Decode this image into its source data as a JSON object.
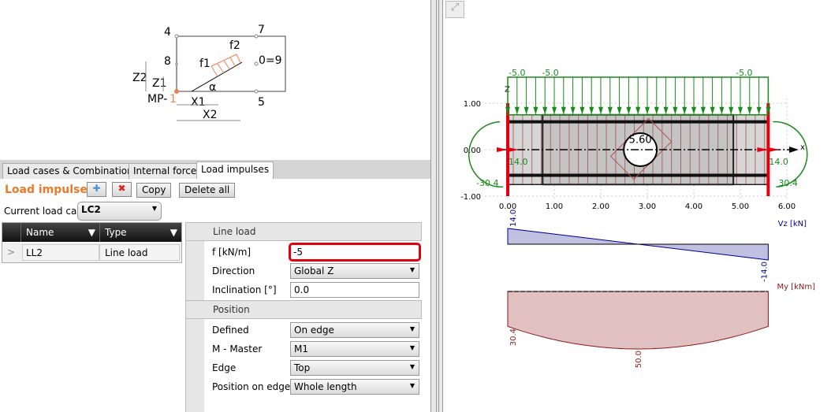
{
  "sketch": {
    "labels": [
      "4",
      "7",
      "8",
      "0=9",
      "5",
      "f1",
      "f2",
      "Z2",
      "Z1",
      "X1",
      "X2",
      "α",
      "MP-",
      "1"
    ]
  },
  "tabs": [
    {
      "label": "Load cases & Combinations"
    },
    {
      "label": "Internal forces"
    },
    {
      "label": "Load impulses",
      "active": true
    }
  ],
  "toolbar": {
    "title": "Load impulses",
    "add_icon": "plus-icon",
    "delete_icon": "red-x-icon",
    "copy_label": "Copy",
    "delete_all_label": "Delete all"
  },
  "load_case": {
    "label": "Current load case",
    "value": "LC2"
  },
  "table": {
    "columns": [
      "Name",
      "Type"
    ],
    "rows": [
      {
        "name": "LL2",
        "type": "Line load"
      }
    ]
  },
  "properties": {
    "section1": "Line load",
    "rows1": [
      {
        "label": "f [kN/m]",
        "value": "-5",
        "kind": "input"
      },
      {
        "label": "Direction",
        "value": "Global Z",
        "kind": "select"
      },
      {
        "label": "Inclination [°]",
        "value": "0.0",
        "kind": "input"
      }
    ],
    "section2": "Position",
    "rows2": [
      {
        "label": "Defined",
        "value": "On edge"
      },
      {
        "label": "M - Master",
        "value": "M1"
      },
      {
        "label": "Edge",
        "value": "Top"
      },
      {
        "label": "Position on edge",
        "value": "Whole length"
      }
    ]
  },
  "colors": {
    "accent": "#f07828",
    "highlight": "#e00010",
    "load": "#1a8a1a",
    "shear": "#00008b",
    "moment": "#8b1a1a"
  },
  "model": {
    "x_ticks": [
      "0.00",
      "1.00",
      "2.00",
      "3.00",
      "4.00",
      "5.00",
      "6.00"
    ],
    "y_ticks": [
      "1.00",
      "0.00",
      "-1.00"
    ],
    "load_labels": [
      "-5.0",
      "-5.0",
      "-5.0"
    ],
    "opening_label": "5.60",
    "axis_z": "Z",
    "axis_x": "x",
    "reactions": {
      "left_force": "14.0",
      "right_force": "14.0",
      "left_moment": "-30.4",
      "right_moment": "30.4"
    },
    "beam_length": 5.6
  },
  "vz": {
    "title": "Vz [kN]",
    "start": 14.0,
    "end": -14.0,
    "start_label": "14.0",
    "end_label": "-14.0"
  },
  "my": {
    "title": "My [kNm]",
    "end_value": 30.4,
    "mid_value": 50.0,
    "end_label": "30.4",
    "mid_label": "50.0"
  }
}
